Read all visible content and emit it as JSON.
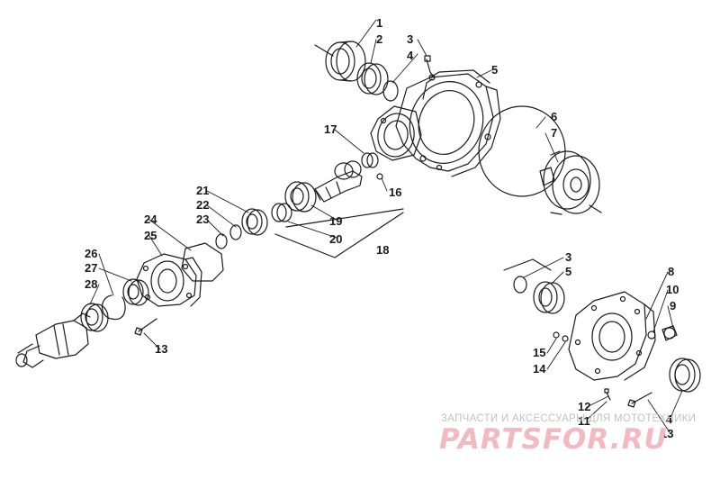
{
  "diagram": {
    "callouts": [
      "1",
      "2",
      "3",
      "4",
      "5",
      "6",
      "7",
      "16",
      "17",
      "18",
      "19",
      "20",
      "21",
      "22",
      "23",
      "24",
      "25",
      "26",
      "27",
      "28",
      "13",
      "3",
      "5",
      "8",
      "10",
      "9",
      "15",
      "14",
      "12",
      "11",
      "4",
      "13"
    ]
  },
  "watermark": {
    "caption": "ЗАПЧАСТИ И АКСЕССУАРЫ ДЛЯ МОТОТЕХНИКИ",
    "logo": "PARTSFOR.RU"
  },
  "colors": {
    "line": "#1a1a1a",
    "logo": "#f2b9c0",
    "caption": "#c2c2c2",
    "background": "#ffffff"
  }
}
